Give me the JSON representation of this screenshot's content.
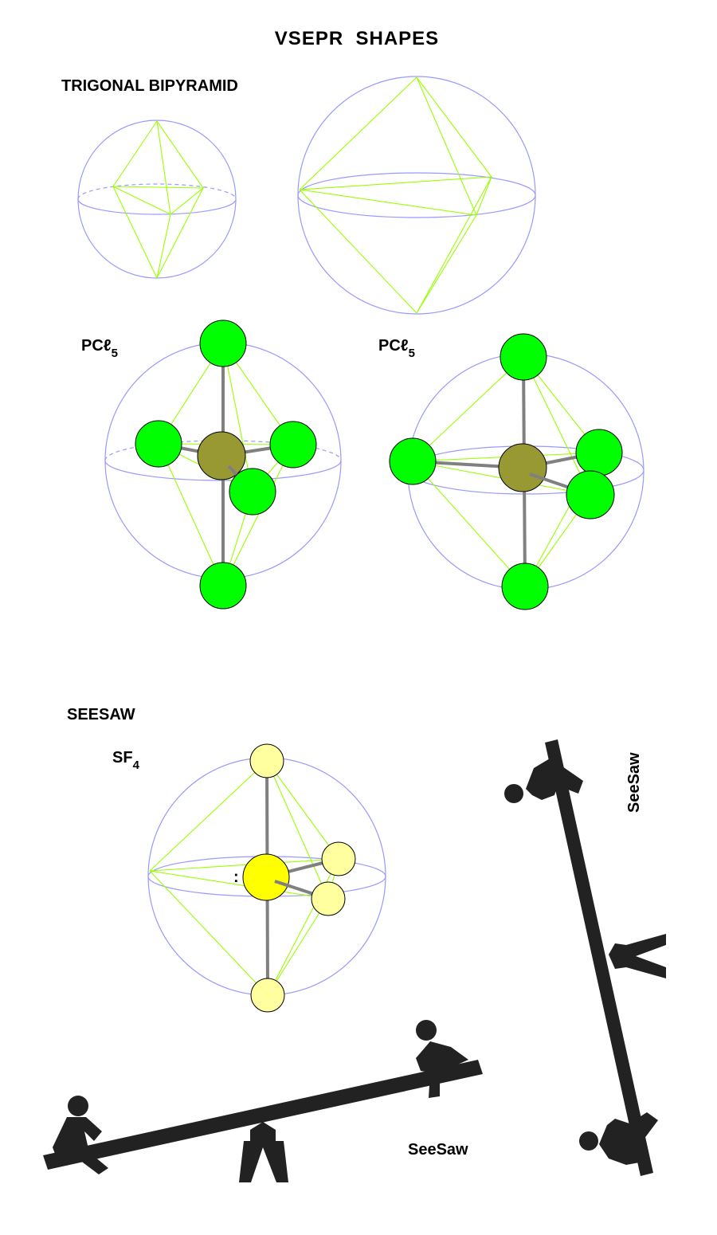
{
  "title": "VSEPR  SHAPES",
  "sections": {
    "trigonal_bipyramid": {
      "heading": "TRIGONAL BIPYRAMID",
      "molecules": [
        {
          "formula_base": "PCℓ",
          "formula_sub": "5"
        },
        {
          "formula_base": "PCℓ",
          "formula_sub": "5"
        }
      ]
    },
    "seesaw": {
      "heading": "SEESAW",
      "molecule": {
        "formula_base": "SF",
        "formula_sub": "4",
        "lone_pair": ":"
      },
      "illustration_labels": [
        "SeeSaw",
        "SeeSaw"
      ]
    }
  },
  "colors": {
    "sphere": "#9999ff",
    "edges": "#99ff00",
    "chlorine": "#00ff00",
    "phosphorus": "#999933",
    "fluorine": "#ffffa0",
    "sulfur": "#ffff00",
    "bond": "#808080"
  }
}
